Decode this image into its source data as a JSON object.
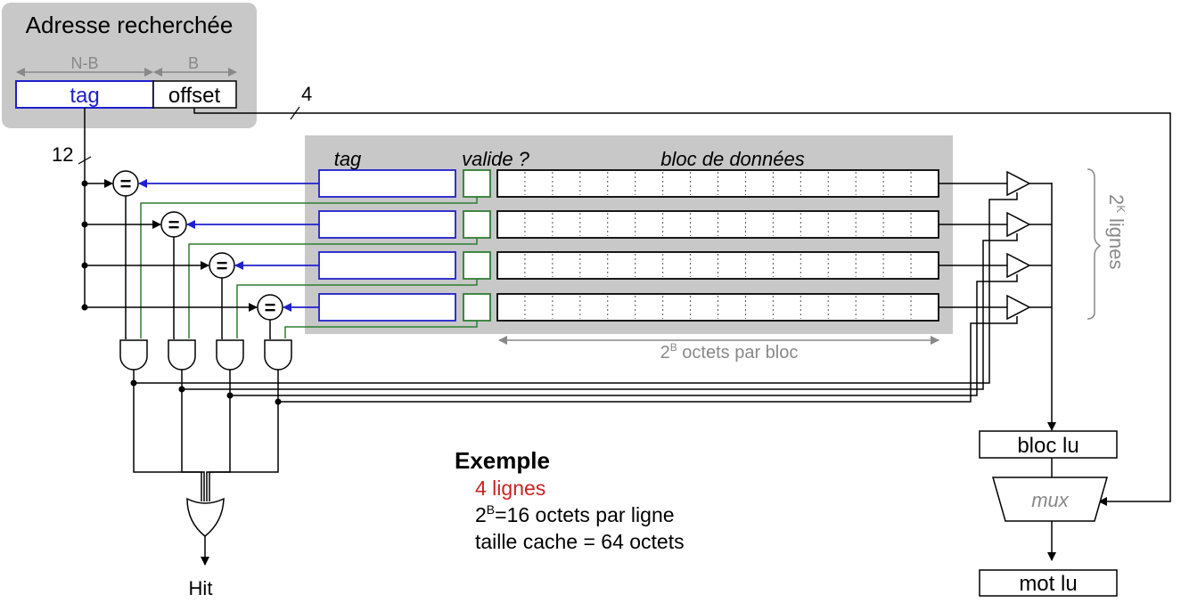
{
  "address": {
    "title": "Adresse recherchée",
    "nb_label": "N-B",
    "b_label": "B",
    "tag_label": "tag",
    "offset_label": "offset"
  },
  "wires": {
    "tag_width": "12",
    "offset_width": "4"
  },
  "cache": {
    "col_tag": "tag",
    "col_valid": "valide ?",
    "col_data": "bloc de données",
    "bytes_per_block_base": "2",
    "bytes_per_block_exp": "B",
    "bytes_per_block_rest": " octets par bloc",
    "lines_base": "2",
    "lines_exp": "K",
    "lines_rest": " lignes",
    "line_count": 4,
    "bytes_per_line": 16
  },
  "comparator_symbol": "=",
  "outputs": {
    "hit": "Hit",
    "bloc_lu": "bloc lu",
    "mux": "mux",
    "mot_lu": "mot lu"
  },
  "example": {
    "title": "Exemple",
    "line1": "4 lignes",
    "line2_base": "2",
    "line2_exp": "B",
    "line2_rest": "=16 octets par ligne",
    "line3": "taille cache = 64 octets"
  },
  "colors": {
    "tag": "#1f1fcc",
    "valid": "#2e7d32",
    "highlight": "#cc2222",
    "cache_bg": "#c8c8c8",
    "address_bg": "#c8c8c8",
    "dim": "#888888"
  }
}
